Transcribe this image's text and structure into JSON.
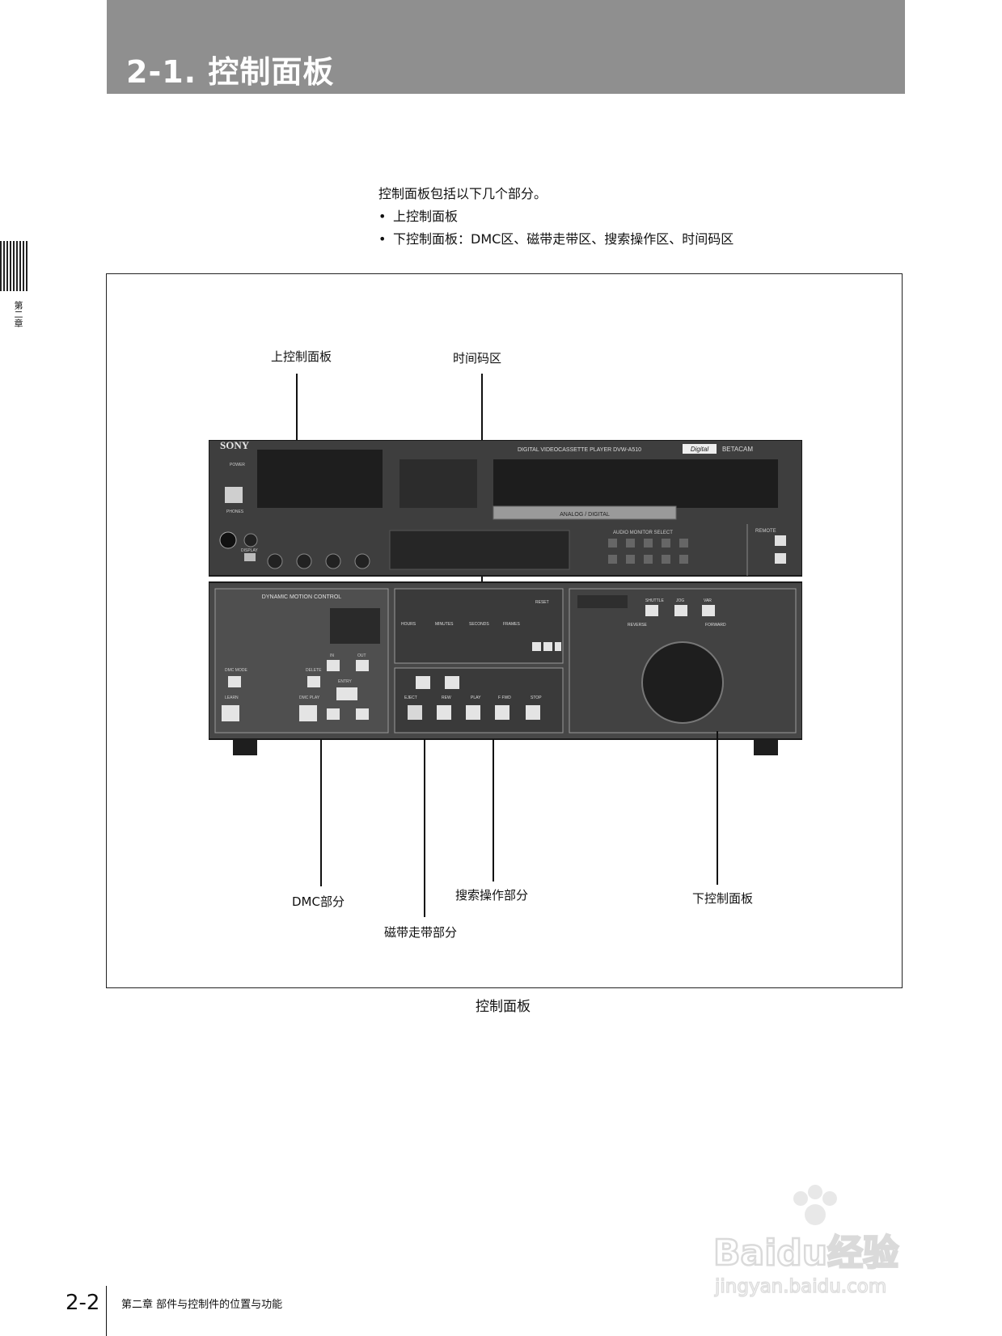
{
  "header": {
    "title": "2-1. 控制面板"
  },
  "side": {
    "chapter": "第二章"
  },
  "intro": {
    "line1": "控制面板包括以下几个部分。",
    "bullet1": "上控制面板",
    "bullet2": "下控制面板：DMC区、磁带走带区、搜索操作区、时间码区"
  },
  "figure": {
    "labels": {
      "upper_panel": "上控制面板",
      "timecode": "时间码区",
      "dmc": "DMC部分",
      "tape": "磁带走带部分",
      "search": "搜索操作部分",
      "lower_panel": "下控制面板"
    },
    "device": {
      "brand": "SONY",
      "model": "DIGITAL VIDEOCASSETTE PLAYER  DVW-A510",
      "logo_digital": "Digital",
      "logo_betacam": "BETACAM",
      "analog_digital": "ANALOG / DIGITAL",
      "power": "POWER",
      "phones": "PHONES",
      "display": "DISPLAY",
      "remote": "REMOTE",
      "audio_monitor": "AUDIO MONITOR SELECT",
      "dmc_title": "DYNAMIC MOTION CONTROL",
      "dmc_mode": "DMC MODE",
      "delete": "DELETE",
      "learn": "LEARN",
      "dmc_play": "DMC PLAY",
      "in": "IN",
      "out": "OUT",
      "entry": "ENTRY",
      "hours": "HOURS",
      "minutes": "MINUTES",
      "seconds": "SECONDS",
      "frames": "FRAMES",
      "reset": "RESET",
      "eject": "EJECT",
      "rew": "REW",
      "play": "PLAY",
      "ffwd": "F FWD",
      "stop": "STOP",
      "shuttle": "SHUTTLE",
      "jog": "JOG",
      "var": "VAR",
      "reverse": "REVERSE",
      "forward": "FORWARD"
    },
    "caption": "控制面板"
  },
  "footer": {
    "page": "2-2",
    "chapter_title": "第二章  部件与控制件的位置与功能"
  },
  "watermark": {
    "brand": "Baidu经验",
    "url": "jingyan.baidu.com"
  }
}
